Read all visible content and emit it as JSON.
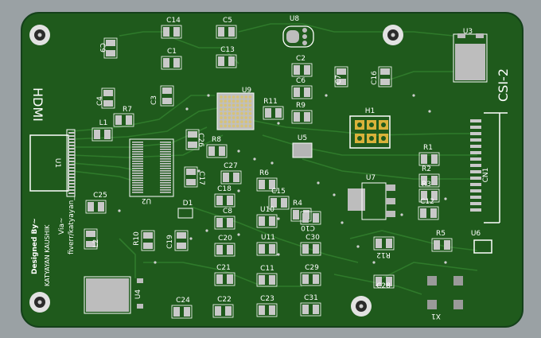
{
  "board": {
    "colors": {
      "background": "#9aa1a4",
      "solder_mask": "#1f5a1c",
      "trace": "#2f7a2b",
      "pad": "#c9c9c9",
      "gold": "#d9b23a",
      "silkscreen": "#ffffff"
    },
    "labels": {
      "hdmi": "HDMI",
      "csi": "CSI-2",
      "designed_by": "Designed By~",
      "designer": "KATYAYAN KAUSHIK",
      "via": "Via~",
      "fiverr": "fiverr/katyayan_"
    },
    "components": [
      {
        "ref": "C14"
      },
      {
        "ref": "C5"
      },
      {
        "ref": "U8"
      },
      {
        "ref": "U3"
      },
      {
        "ref": "C9"
      },
      {
        "ref": "C1"
      },
      {
        "ref": "C13"
      },
      {
        "ref": "C2"
      },
      {
        "ref": "C7"
      },
      {
        "ref": "C16"
      },
      {
        "ref": "C6"
      },
      {
        "ref": "C4"
      },
      {
        "ref": "R7"
      },
      {
        "ref": "C3"
      },
      {
        "ref": "U9"
      },
      {
        "ref": "R11"
      },
      {
        "ref": "R9"
      },
      {
        "ref": "H1"
      },
      {
        "ref": "L1"
      },
      {
        "ref": "C26"
      },
      {
        "ref": "R8"
      },
      {
        "ref": "U5"
      },
      {
        "ref": "R1"
      },
      {
        "ref": "R2"
      },
      {
        "ref": "R3"
      },
      {
        "ref": "CN1"
      },
      {
        "ref": "U1"
      },
      {
        "ref": "U2"
      },
      {
        "ref": "C27"
      },
      {
        "ref": "C17"
      },
      {
        "ref": "R6"
      },
      {
        "ref": "U7"
      },
      {
        "ref": "C18"
      },
      {
        "ref": "C15"
      },
      {
        "ref": "R4"
      },
      {
        "ref": "C12"
      },
      {
        "ref": "C25"
      },
      {
        "ref": "D1"
      },
      {
        "ref": "C8"
      },
      {
        "ref": "U10"
      },
      {
        "ref": "C10"
      },
      {
        "ref": "R5"
      },
      {
        "ref": "U6"
      },
      {
        "ref": "L2"
      },
      {
        "ref": "R10"
      },
      {
        "ref": "C19"
      },
      {
        "ref": "C20"
      },
      {
        "ref": "U11"
      },
      {
        "ref": "C30"
      },
      {
        "ref": "R12"
      },
      {
        "ref": "C21"
      },
      {
        "ref": "C11"
      },
      {
        "ref": "C29"
      },
      {
        "ref": "C28"
      },
      {
        "ref": "U4"
      },
      {
        "ref": "C24"
      },
      {
        "ref": "C22"
      },
      {
        "ref": "C23"
      },
      {
        "ref": "C31"
      },
      {
        "ref": "X1"
      }
    ]
  }
}
